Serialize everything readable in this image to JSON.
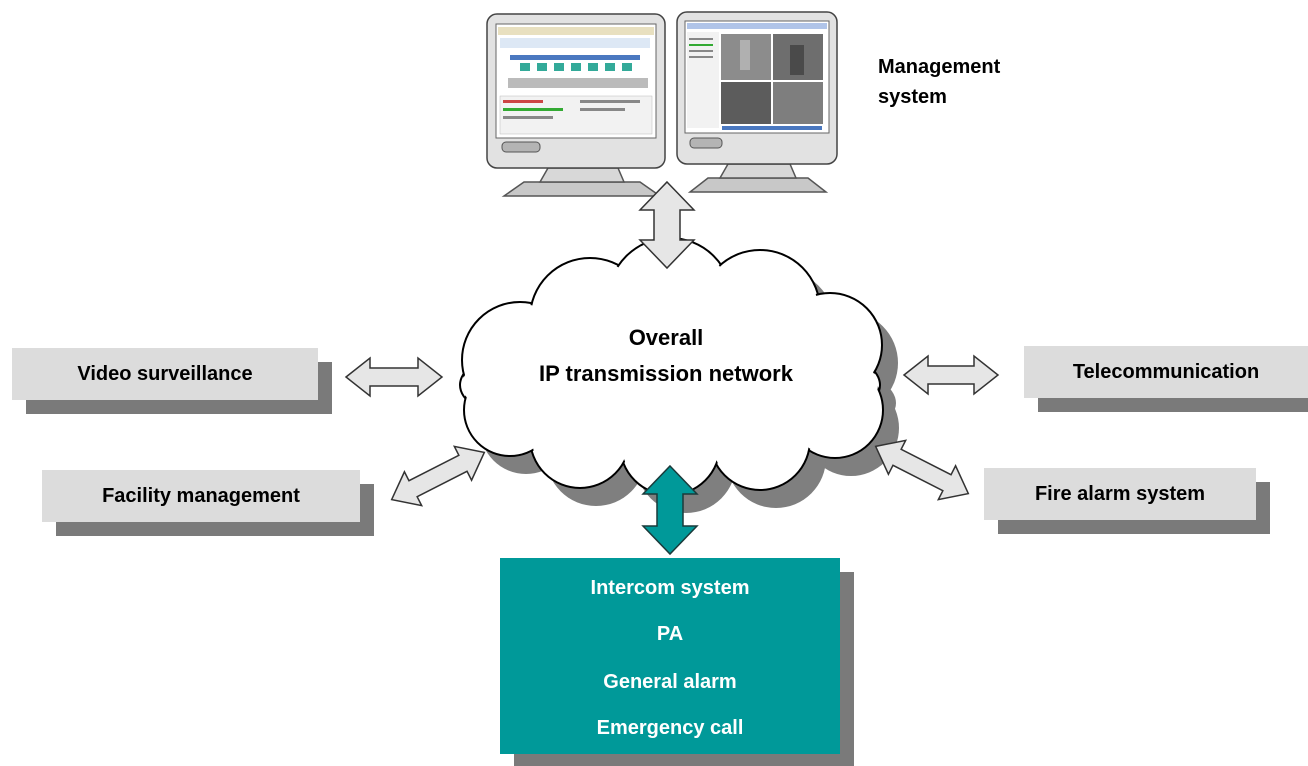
{
  "management": {
    "label_line1": "Management",
    "label_line2": "system"
  },
  "network": {
    "line1": "Overall",
    "line2": "IP transmission network"
  },
  "subsystems": {
    "video": "Video surveillance",
    "facility": "Facility management",
    "telecom": "Telecommunication",
    "fire": "Fire alarm system"
  },
  "core": {
    "items": [
      "Intercom system",
      "PA",
      "General alarm",
      "Emergency call"
    ]
  },
  "colors": {
    "teal": "#009999",
    "box_gray": "#dcdcdc",
    "shadow": "#7a7a7a"
  },
  "icons": [
    "monitor-icon",
    "double-arrow-icon",
    "cloud-icon"
  ]
}
